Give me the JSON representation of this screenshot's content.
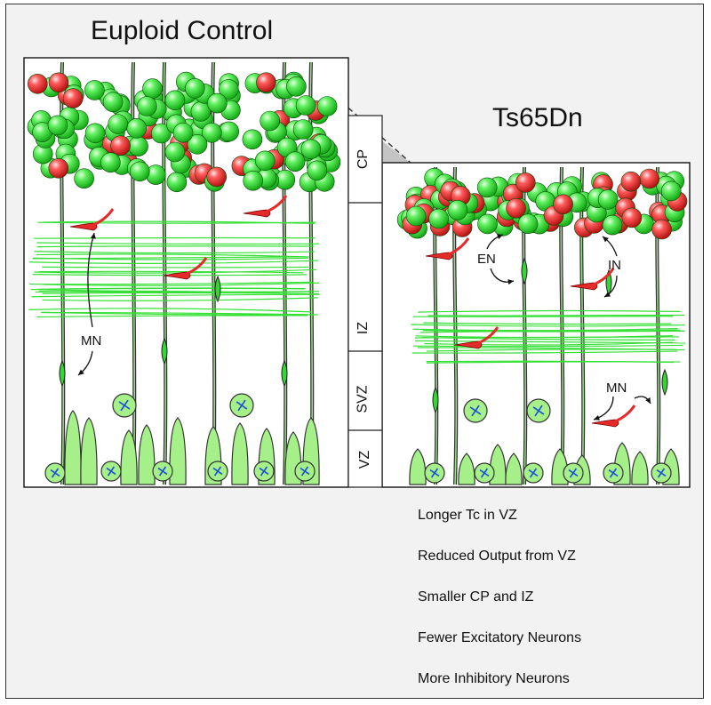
{
  "titles": {
    "left": "Euploid Control",
    "right": "Ts65Dn"
  },
  "layers": [
    "CP",
    "IZ",
    "SVZ",
    "VZ"
  ],
  "left_panel": {
    "migrating_label": "MN"
  },
  "right_panel": {
    "excitatory_label": "EN",
    "inhibitory_label": "IN",
    "migrating_label": "MN"
  },
  "summary": [
    "Longer Tc in VZ",
    "Reduced Output from VZ",
    "Smaller CP and IZ",
    "Fewer Excitatory Neurons",
    "More Inhibitory Neurons"
  ],
  "colors": {
    "excitatory": "#33d633",
    "inhibitory": "#e62a2a",
    "progenitor": "#a6f08a",
    "fiber": "#35e035",
    "mitosis": "#1a4fd6",
    "zone_shade": "#c4c4c4",
    "frame_bg": "#f2f2f2"
  }
}
